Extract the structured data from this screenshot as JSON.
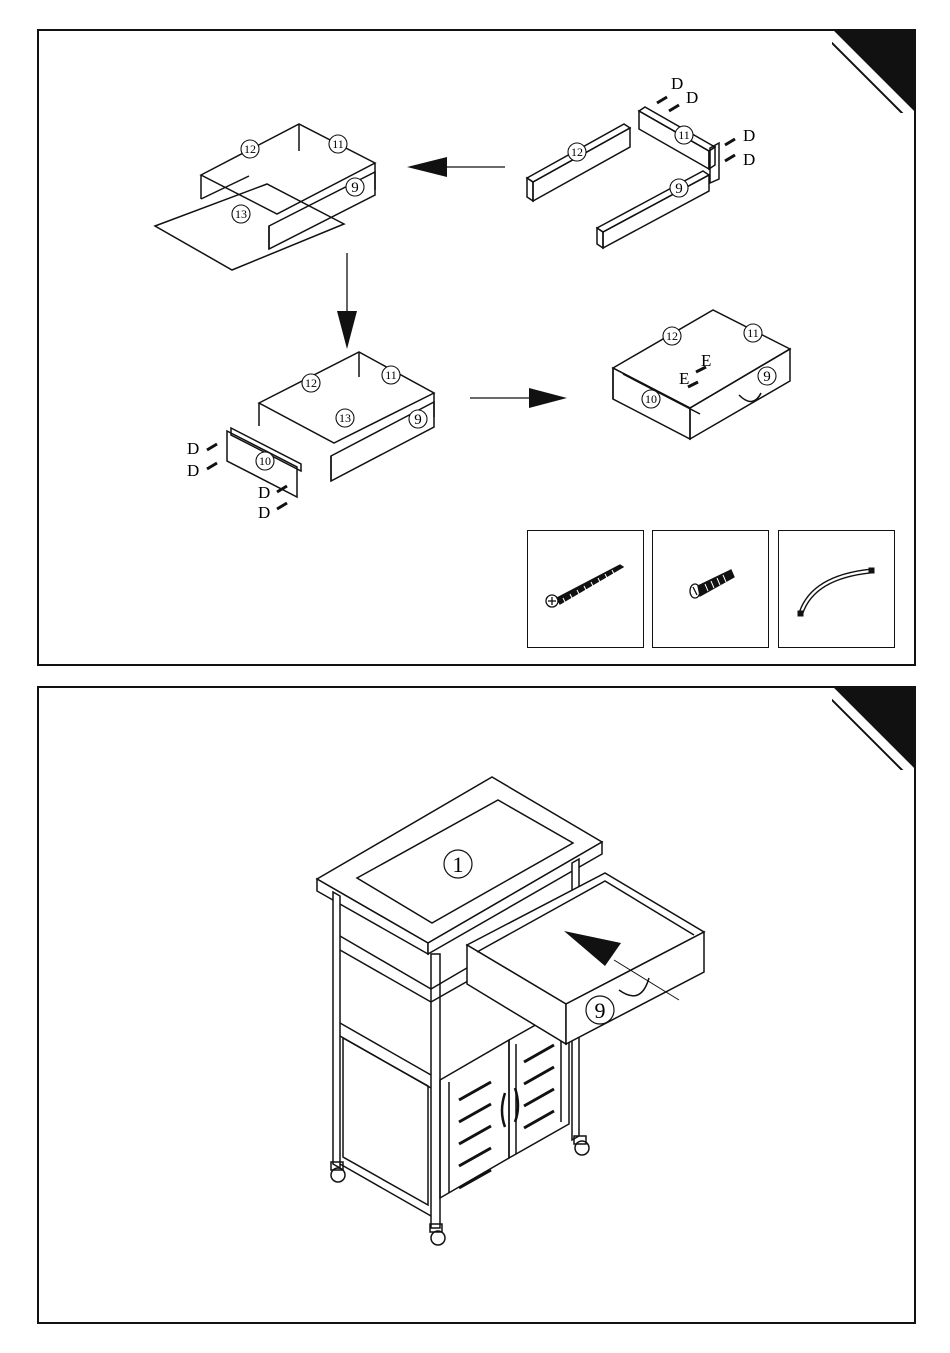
{
  "step_a": {
    "callouts": {
      "part_9": "9",
      "part_10": "10",
      "part_11": "11",
      "part_12": "12",
      "part_13": "13"
    },
    "fastener_d": "D",
    "fastener_e": "E",
    "hardware": [
      {
        "icon": "long-screw-icon"
      },
      {
        "icon": "short-bolt-icon"
      },
      {
        "icon": "drawer-handle-icon"
      }
    ]
  },
  "step_b": {
    "callouts": {
      "part_1": "1",
      "part_9": "9"
    }
  },
  "colors": {
    "line": "#111111",
    "background": "#ffffff",
    "arrow": "#111111"
  }
}
